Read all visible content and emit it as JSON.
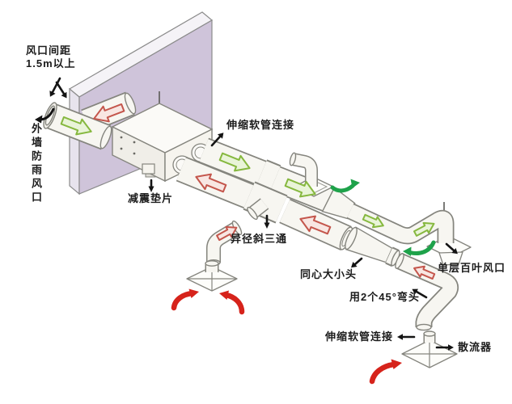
{
  "labels": {
    "vent_spacing_line1": "风口间距",
    "vent_spacing_line2": "1.5m以上",
    "exterior_rain_vent": "外墙防雨风口",
    "flex_hose_top": "伸缩软管连接",
    "damping_pad": "减震垫片",
    "oblique_reducing_tee": "异径斜三通",
    "concentric_reducer": "同心大小头",
    "two_45_elbows": "用2个45°弯头",
    "single_louver_vent": "单层百叶风口",
    "flex_hose_bottom": "伸缩软管连接",
    "diffuser": "散流器"
  },
  "colors": {
    "wall": "#cfc4da",
    "pipe_outline": "#85857e",
    "pipe_fill": "#f7f6f1",
    "supply_arrow_green": "#86b83f",
    "return_arrow_red": "#c4564c",
    "solid_green": "#1ea24a",
    "solid_red": "#d6231b",
    "text": "#1c1c1c"
  }
}
